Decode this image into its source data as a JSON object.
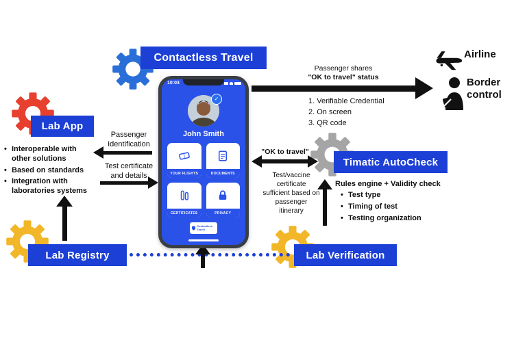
{
  "colors": {
    "banner_blue": "#1c3fd6",
    "screen_blue": "#2b52e8",
    "gear_blue": "#2a6fd8",
    "gear_red": "#e8402e",
    "gear_yellow": "#f2b729",
    "gear_gray": "#a5a5a5",
    "arrow_black": "#111111",
    "dotted_blue": "#1c3fd6"
  },
  "header": {
    "title": "Contactless Travel"
  },
  "phone": {
    "time": "10:03",
    "user_name": "John Smith",
    "tiles": [
      {
        "label": "YOUR FLIGHTS"
      },
      {
        "label": "DOCUMENTS"
      },
      {
        "label": "CERTIFICATES"
      },
      {
        "label": "PRIVACY"
      }
    ],
    "logo_text": "Contactless Travel"
  },
  "lab_app": {
    "title": "Lab App",
    "bullets": [
      "Interoperable with other solutions",
      "Based on standards",
      "Integration with laboratories systems"
    ]
  },
  "lab_registry": {
    "title": "Lab Registry"
  },
  "lab_verification": {
    "title": "Lab Verification"
  },
  "timatic": {
    "title": "Timatic AutoCheck",
    "heading": "Rules engine + Validity check",
    "bullets": [
      "Test type",
      "Timing of test",
      "Testing organization"
    ]
  },
  "destinations": {
    "airline": "Airline",
    "border_control": "Border control"
  },
  "flows": {
    "passenger_identification": "Passenger Identification",
    "test_certificate": "Test certificate and details",
    "share_line1": "Passenger shares",
    "share_line2": "\"OK to travel\" status",
    "share_list": [
      "1. Verifiable Credential",
      "2. On screen",
      "3. QR code"
    ],
    "ok_to_travel": "\"OK to travel\"",
    "sufficiency": "Test/vaccine certificate sufficient based on passenger itinerary"
  }
}
